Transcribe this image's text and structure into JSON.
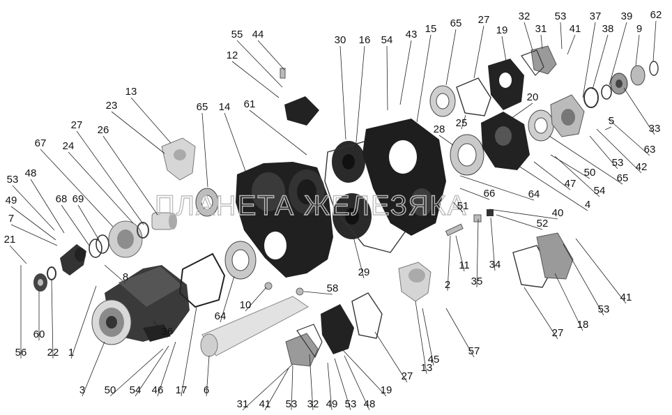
{
  "watermark": "ПЛАНЕТА ЖЕЛЕЗЯКА",
  "callouts": [
    "55",
    "44",
    "12",
    "30",
    "16",
    "54",
    "43",
    "15",
    "65",
    "27",
    "19",
    "32",
    "31",
    "53",
    "41",
    "37",
    "38",
    "39",
    "9",
    "62",
    "13",
    "23",
    "65",
    "14",
    "61",
    "20",
    "33",
    "63",
    "28",
    "25",
    "5",
    "42",
    "53",
    "67",
    "27",
    "26",
    "24",
    "50",
    "65",
    "47",
    "54",
    "64",
    "4",
    "66",
    "53",
    "48",
    "68",
    "69",
    "51",
    "40",
    "49",
    "7",
    "52",
    "21",
    "8",
    "11",
    "35",
    "34",
    "2",
    "41",
    "53",
    "18",
    "27",
    "58",
    "10",
    "64",
    "29",
    "36",
    "1",
    "56",
    "60",
    "22",
    "3",
    "50",
    "54",
    "46",
    "17",
    "6",
    "45",
    "57",
    "13",
    "27",
    "19",
    "31",
    "41",
    "53",
    "32",
    "49",
    "53",
    "48"
  ]
}
